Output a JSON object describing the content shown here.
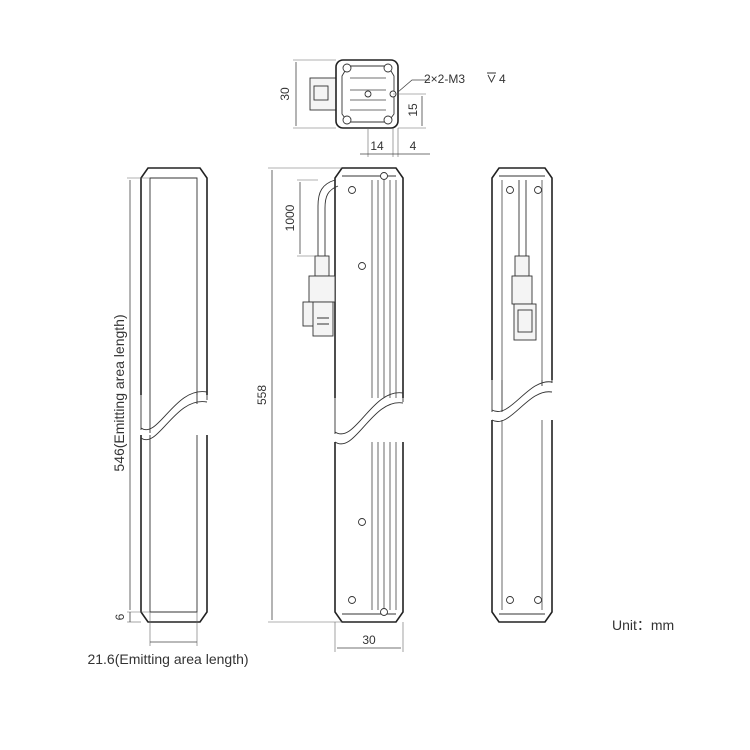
{
  "labels": {
    "top_height": "30",
    "holes_callout": "2×2-M3",
    "holes_depth": "4",
    "hole_spacing_vertical": "15",
    "hole_spacing_horizontal": "14",
    "hole_edge_offset": "4",
    "cable_length": "1000",
    "total_length": "558",
    "emitting_length": "546(Emitting area length)",
    "end_offset": "6",
    "emitting_width": "21.6(Emitting area length)",
    "body_width": "30",
    "unit": "Unit：mm"
  }
}
